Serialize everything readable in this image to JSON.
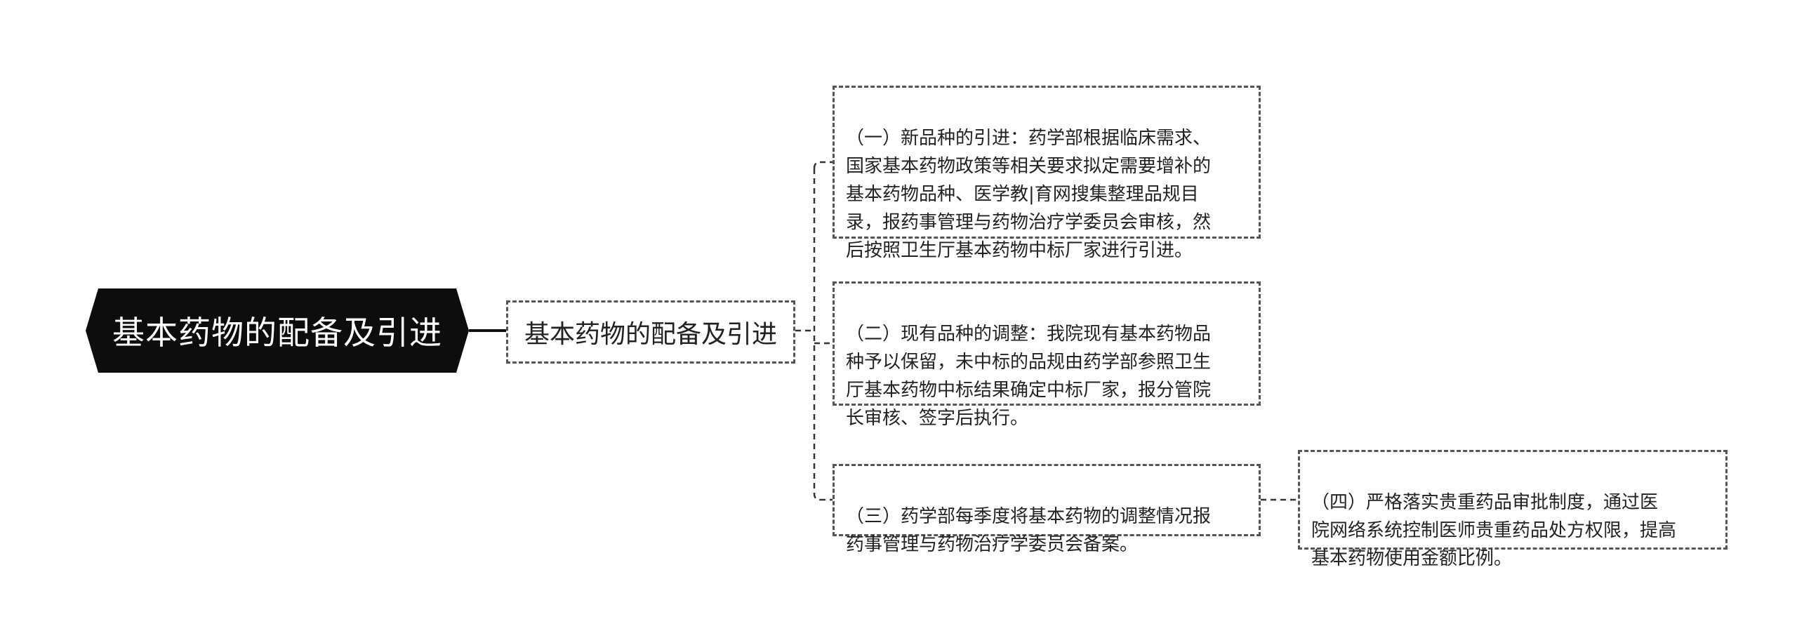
{
  "root": {
    "label": "基本药物的配备及引进"
  },
  "subtopic": {
    "label": "基本药物的配备及引进"
  },
  "items": [
    {
      "text": "（一）新品种的引进：药学部根据临床需求、\n国家基本药物政策等相关要求拟定需要增补的\n基本药物品种、医学教|育网搜集整理品规目\n录，报药事管理与药物治疗学委员会审核，然\n后按照卫生厅基本药物中标厂家进行引进。"
    },
    {
      "text": "（二）现有品种的调整：我院现有基本药物品\n种予以保留，未中标的品规由药学部参照卫生\n厅基本药物中标结果确定中标厂家，报分管院\n长审核、签字后执行。"
    },
    {
      "text": "（三）药学部每季度将基本药物的调整情况报\n药事管理与药物治疗学委员会备案。"
    },
    {
      "text": "（四）严格落实贵重药品审批制度，通过医\n院网络系统控制医师贵重药品处方权限，提高\n基本药物使用金额比例。"
    }
  ],
  "colors": {
    "root_bg": "#0d0d0d",
    "root_text": "#ffffff",
    "border": "#555555",
    "connector": "#333333",
    "text": "#222222"
  }
}
